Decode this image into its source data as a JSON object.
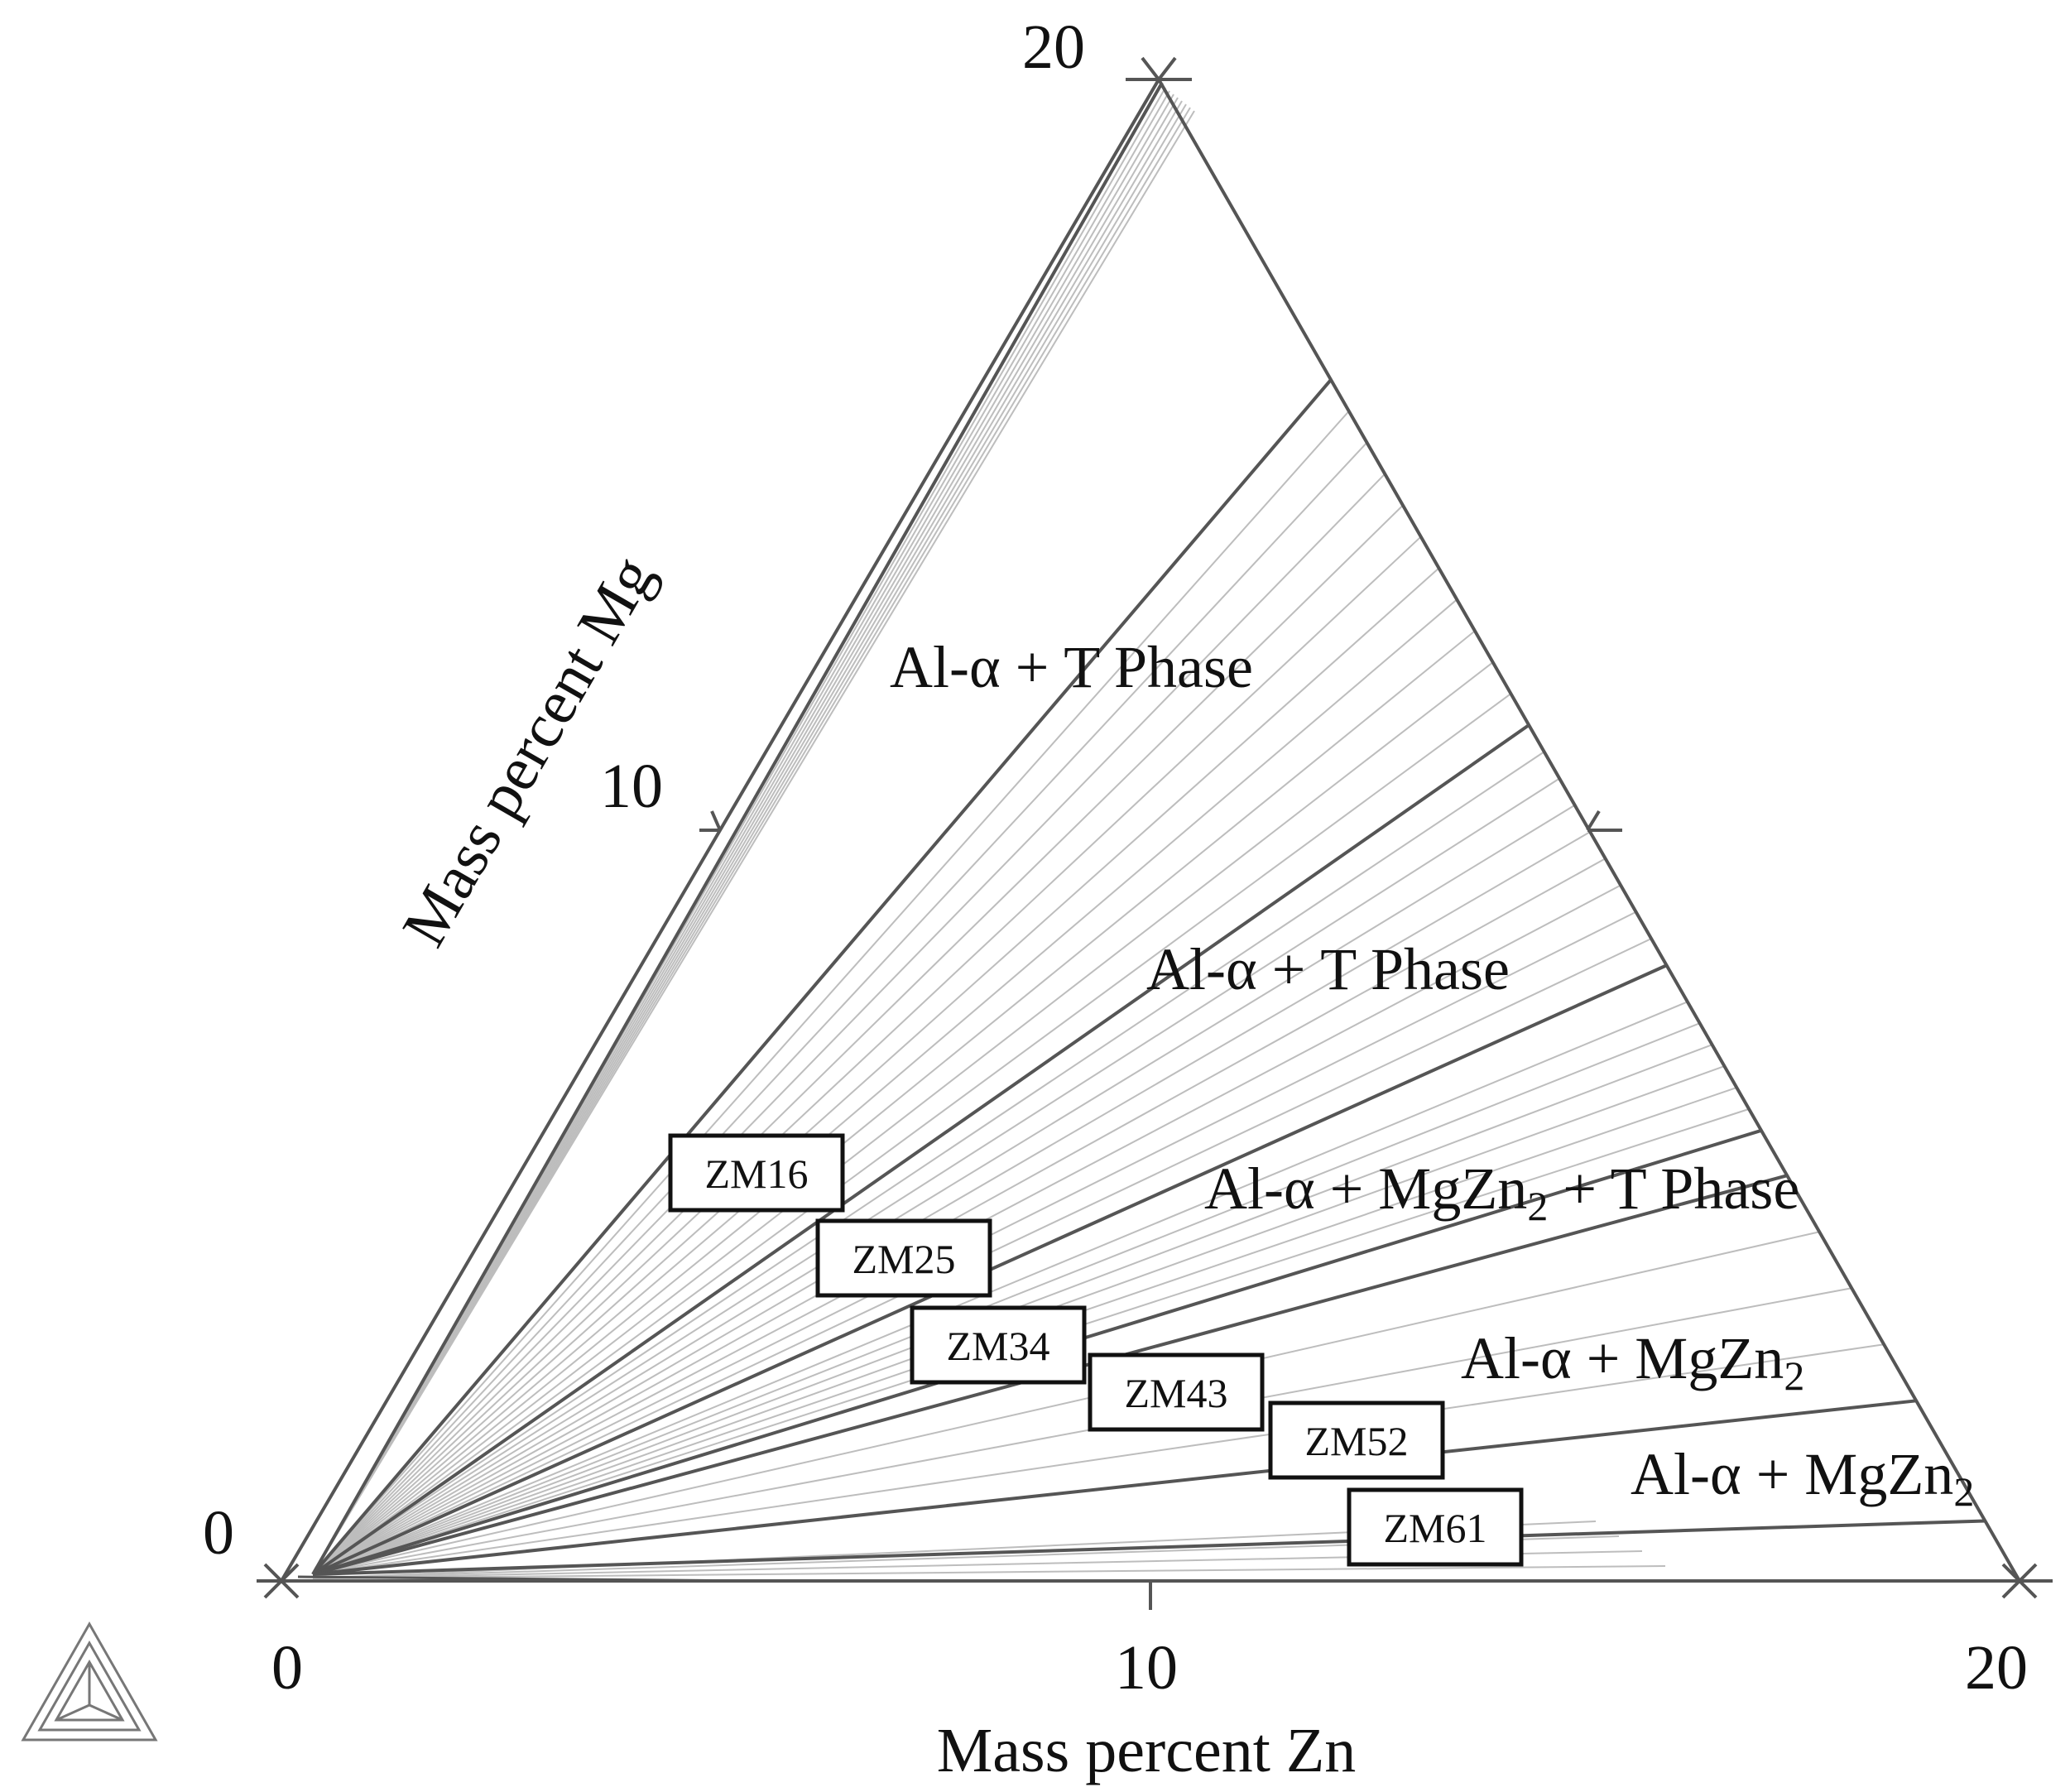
{
  "diagram": {
    "type": "ternary-isothermal-section",
    "axes": {
      "bottom": {
        "title": "Mass percent Zn",
        "ticks": [
          "0",
          "10",
          "20"
        ]
      },
      "left": {
        "title": "Mass percent Mg",
        "ticks": [
          "0",
          "10",
          "20"
        ]
      }
    },
    "regions": [
      {
        "id": "al-t-1",
        "base": "Al-α + T Phase",
        "sub": ""
      },
      {
        "id": "al-t-2",
        "base": "Al-α + T Phase",
        "sub": ""
      },
      {
        "id": "al-mgzn2-t",
        "base": "Al-α + MgZn",
        "sub": "2",
        "tail": " + T Phase"
      },
      {
        "id": "al-mgzn2-1",
        "base": "Al-α + MgZn",
        "sub": "2",
        "tail": ""
      },
      {
        "id": "al-mgzn2-2",
        "base": "Al-α + MgZn",
        "sub": "2",
        "tail": ""
      }
    ],
    "samples": [
      "ZM16",
      "ZM25",
      "ZM34",
      "ZM43",
      "ZM52",
      "ZM61"
    ],
    "colors": {
      "boundary": "#555555",
      "tie_line": "#bdbdbd",
      "text": "#111111",
      "box_border": "#111111"
    },
    "logo": "ternary-triangle-icon"
  }
}
